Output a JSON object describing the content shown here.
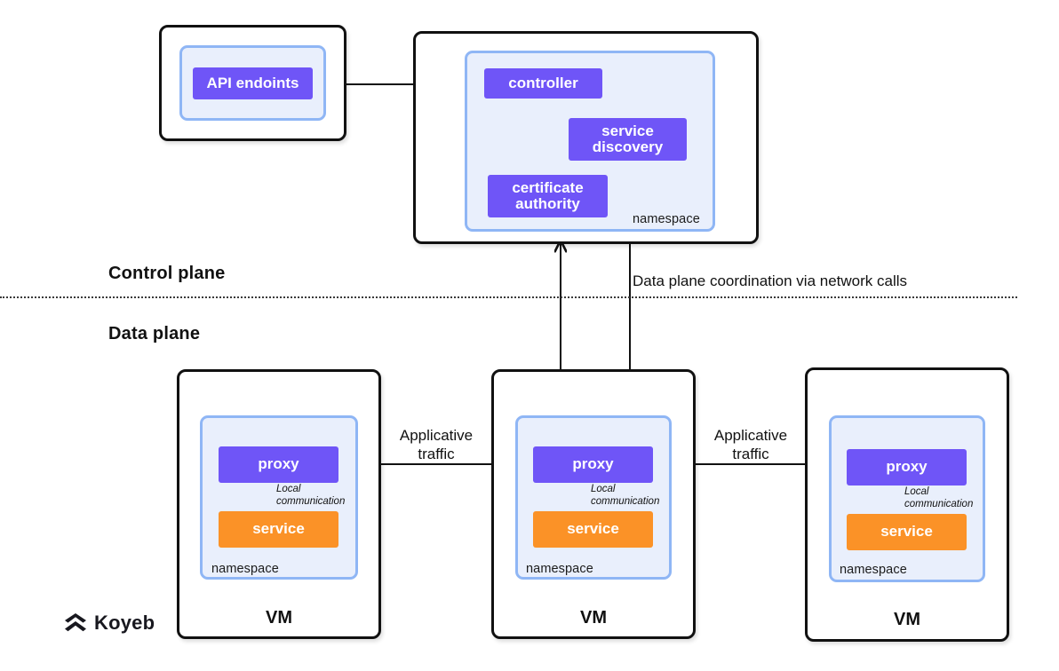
{
  "diagram": {
    "title": "Koyeb control plane / data plane architecture",
    "planes": {
      "control_label": "Control plane",
      "data_label": "Data plane",
      "coordination_label": "Data plane coordination via network calls"
    },
    "api_box": {
      "namespace_component": "API endoints"
    },
    "control_plane_box": {
      "namespace_label": "namespace",
      "components": [
        {
          "id": "controller",
          "label": "controller"
        },
        {
          "id": "service-discovery",
          "label": "service\ndiscovery"
        },
        {
          "id": "certificate-authority",
          "label": "certificate\nauthority"
        }
      ]
    },
    "vms": [
      {
        "id": "vm-left",
        "vm_label": "VM",
        "namespace_label": "namespace",
        "proxy_label": "proxy",
        "service_label": "service",
        "local_comm_label": "Local communication"
      },
      {
        "id": "vm-middle",
        "vm_label": "VM",
        "namespace_label": "namespace",
        "proxy_label": "proxy",
        "service_label": "service",
        "local_comm_label": "Local communication"
      },
      {
        "id": "vm-right",
        "vm_label": "VM",
        "namespace_label": "namespace",
        "proxy_label": "proxy",
        "service_label": "service",
        "local_comm_label": "Local communication"
      }
    ],
    "edge_labels": [
      {
        "id": "traffic-left",
        "label": "Applicative traffic"
      },
      {
        "id": "traffic-right",
        "label": "Applicative traffic"
      }
    ],
    "brand": {
      "name": "Koyeb"
    },
    "colors": {
      "component_purple": "#6f55f7",
      "component_orange": "#fb9227",
      "namespace_border": "#8fb6f5",
      "namespace_fill": "#e9effc",
      "outline": "#111111",
      "background": "#ffffff"
    }
  }
}
